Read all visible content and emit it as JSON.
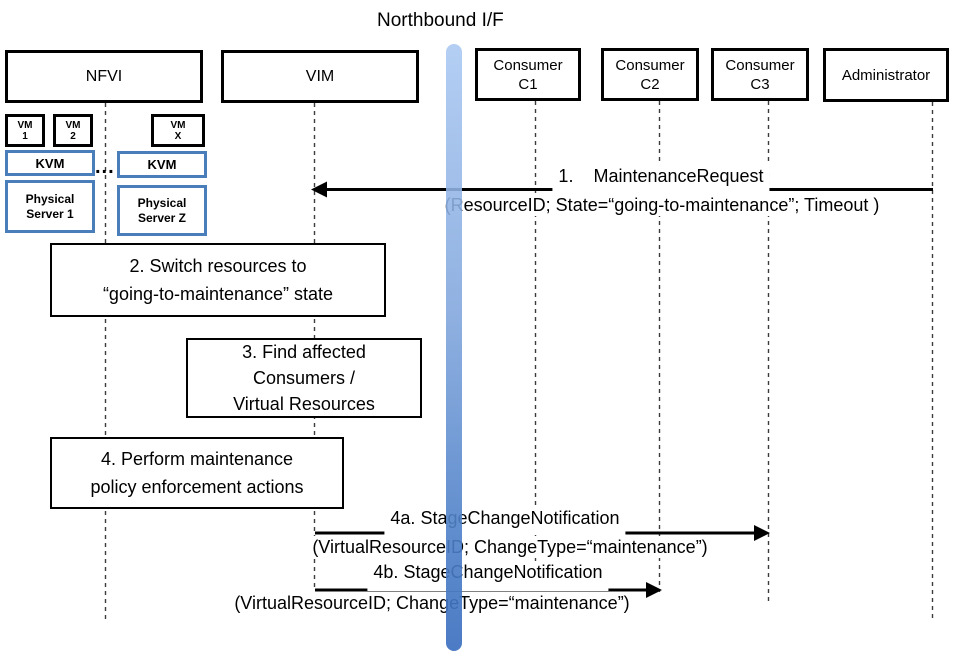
{
  "title": "Northbound I/F",
  "actors": {
    "nfvi": "NFVI",
    "vim": "VIM",
    "c1": "Consumer\nC1",
    "c2": "Consumer\nC2",
    "c3": "Consumer\nC3",
    "admin": "Administrator"
  },
  "nfvi_detail": {
    "vm1": "VM\n1",
    "vm2": "VM\n2",
    "vmx": "VM\nX",
    "kvm_left": "KVM",
    "kvm_right": "KVM",
    "ellipsis": "...",
    "server1": "Physical\nServer 1",
    "serverz": "Physical\nServer Z"
  },
  "messages": {
    "m1_title": "1.    MaintenanceRequest",
    "m1_params": "(ResourceID; State=“going-to-maintenance”; Timeout )",
    "step2": "2. Switch resources to\n“going-to-maintenance” state",
    "step3": "3. Find affected\nConsumers /\nVirtual Resources",
    "step4": "4. Perform maintenance\npolicy enforcement actions",
    "m4a_title": "4a. StageChangeNotification",
    "m4a_params": "(VirtualResourceID; ChangeType=“maintenance”)",
    "m4b_title": "4b. StageChangeNotification",
    "m4b_params": "(VirtualResourceID; ChangeType=“maintenance”)"
  },
  "colors": {
    "northbound_bar_top": "#aac8f2",
    "northbound_bar_bottom": "#3d70c0",
    "blue_box_border": "#4a7ebb",
    "lifeline": "#3c3c3c",
    "arrow": "#000000"
  }
}
